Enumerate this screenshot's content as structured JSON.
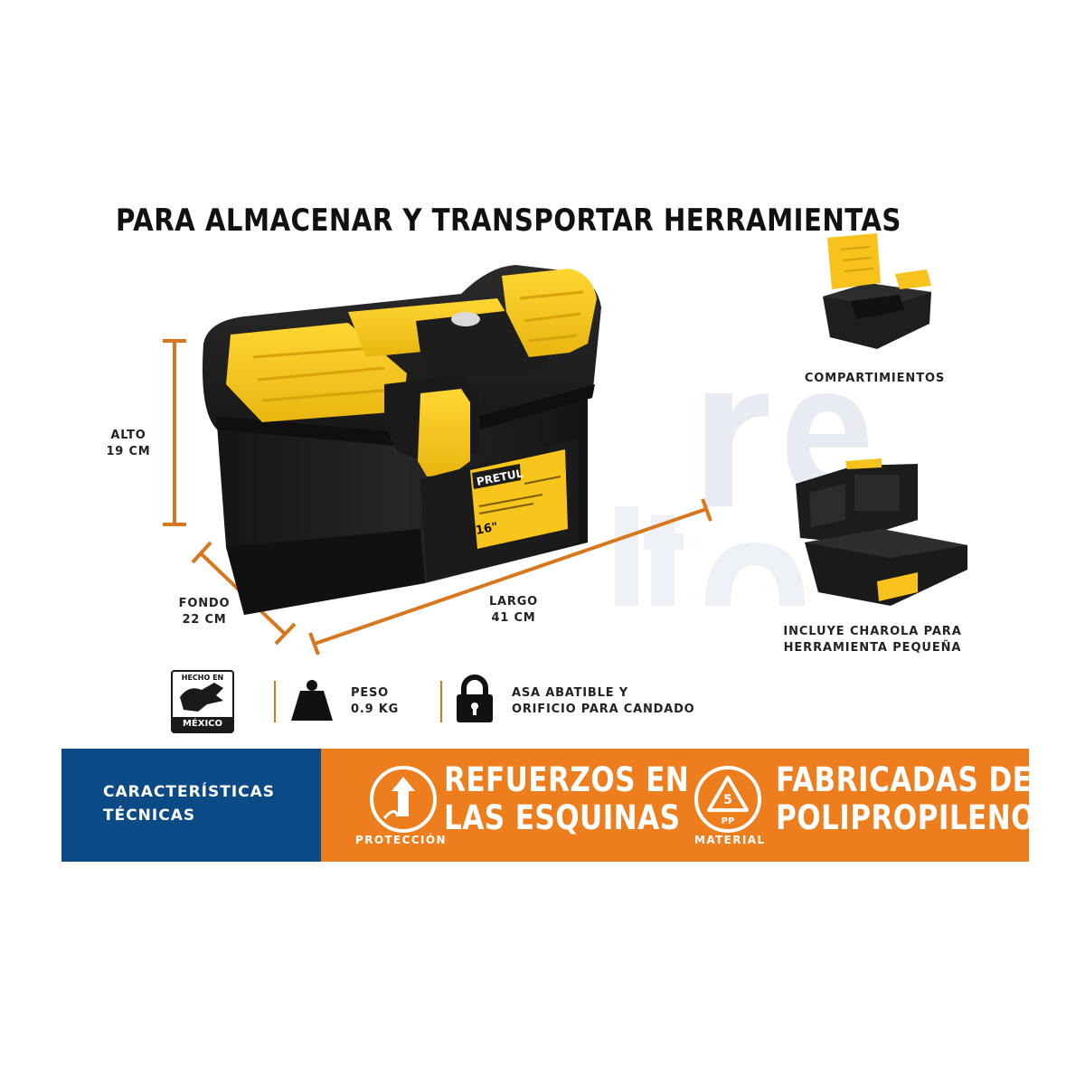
{
  "headline": "PARA ALMACENAR Y TRANSPORTAR HERRAMIENTAS",
  "dimensions": {
    "alto": {
      "label": "ALTO",
      "value": "19 CM"
    },
    "fondo": {
      "label": "FONDO",
      "value": "22 CM"
    },
    "largo": {
      "label": "LARGO",
      "value": "41 CM"
    }
  },
  "product_label": {
    "brand": "PRETUL",
    "size": "16\""
  },
  "side_images": {
    "compartments_caption": "COMPARTIMIENTOS",
    "tray_caption_line1": "INCLUYE CHAROLA PARA",
    "tray_caption_line2": "HERRAMIENTA PEQUEÑA"
  },
  "features": {
    "made_in_top": "HECHO EN",
    "made_in_bottom": "MÉXICO",
    "weight_line1": "PESO",
    "weight_line2": "0.9 KG",
    "lock_line1": "ASA ABATIBLE Y",
    "lock_line2": "ORIFICIO PARA CANDADO"
  },
  "banner": {
    "title_line1": "CARACTERÍSTICAS",
    "title_line2": "TÉCNICAS",
    "feature1_line1": "REFUERZOS EN",
    "feature1_line2": "LAS ESQUINAS",
    "feature1_tag": "PROTECCIÓN",
    "feature2_line1": "FABRICADAS DE",
    "feature2_line2": "POLIPROPILENO",
    "feature2_tag": "MATERIAL",
    "recycle_number": "5",
    "recycle_code": "PP"
  },
  "colors": {
    "accent_orange": "#ee7d1e",
    "banner_blue": "#0c4a86",
    "toolbox_black": "#1c1c1c",
    "toolbox_yellow": "#f6c21b"
  }
}
